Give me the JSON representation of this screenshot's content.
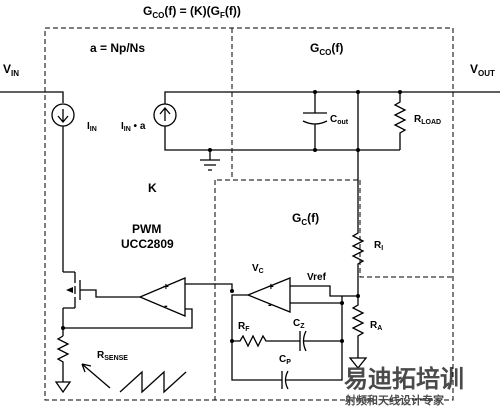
{
  "equation": "G<sub>CO</sub>(f) = (K)(G<sub>F</sub>(f))",
  "labels": {
    "title_eq_main": "G",
    "title_eq_sub1": "CO",
    "title_eq_mid": "(f) = (K)(G",
    "title_eq_sub2": "F",
    "title_eq_end": "(f))",
    "ratio": "a = Np/Ns",
    "gco_main": "G",
    "gco_sub": "CO",
    "gco_end": "(f)",
    "gc_main": "G",
    "gc_sub": "C",
    "gc_end": "(f)",
    "vin_main": "V",
    "vin_sub": "IN",
    "vout_main": "V",
    "vout_sub": "OUT",
    "iin_main": "I",
    "iin_sub": "IN",
    "iina_main": "I",
    "iina_sub": "IN",
    "iina_end": " • a",
    "cout_main": "C",
    "cout_sub": "out",
    "rload_main": "R",
    "rload_sub": "LOAD",
    "k": "K",
    "pwm": "PWM",
    "ic": "UCC2809",
    "vc_main": "V",
    "vc_sub": "C",
    "vref": "Vref",
    "ri_main": "R",
    "ri_sub": "I",
    "ra_main": "R",
    "ra_sub": "A",
    "rf_main": "R",
    "rf_sub": "F",
    "cz_main": "C",
    "cz_sub": "Z",
    "cp_main": "C",
    "cp_sub": "P",
    "rsense_main": "R",
    "rsense_sub": "SENSE",
    "plus1": "+",
    "minus1": "-",
    "plus2": "+",
    "minus2": "-"
  },
  "watermark": {
    "main": "易迪拓培训",
    "sub": "射频和天线设计专家"
  },
  "colors": {
    "ink": "#000000",
    "watermark": "#4a4a4a"
  }
}
